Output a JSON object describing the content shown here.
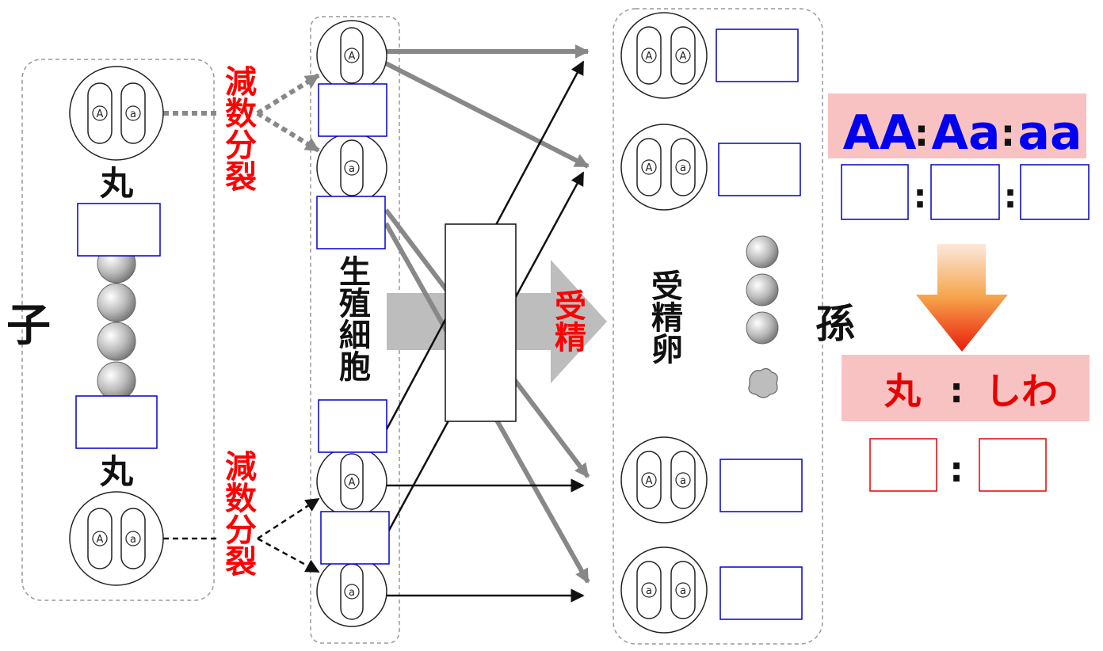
{
  "labels": {
    "child": "子",
    "grandchild": "孫",
    "round_top": "丸",
    "round_bottom": "丸",
    "meiosis_top": "減数分裂",
    "meiosis_bottom": "減数分裂",
    "gametes": "生殖細胞",
    "fertilization": "受精",
    "zygotes": "受精卵"
  },
  "alleles": {
    "dominant": "A",
    "recessive": "a"
  },
  "genotype_ratio": {
    "dominant_homozygous": "AA",
    "heterozygous": "Aa",
    "recessive_homozygous": "aa",
    "separator": ":"
  },
  "phenotype_ratio": {
    "round": "丸",
    "wrinkled": "しわ",
    "separator": ":"
  },
  "colors": {
    "meiosis_label": "#ff0000",
    "genotype_text": "#0000ee",
    "ratio_background": "#f9c2c2",
    "phenotype_text": "#e60000",
    "blank_box_blue": "#0000cc",
    "blank_box_red": "#e60000",
    "gray_arrow": "#888888"
  }
}
